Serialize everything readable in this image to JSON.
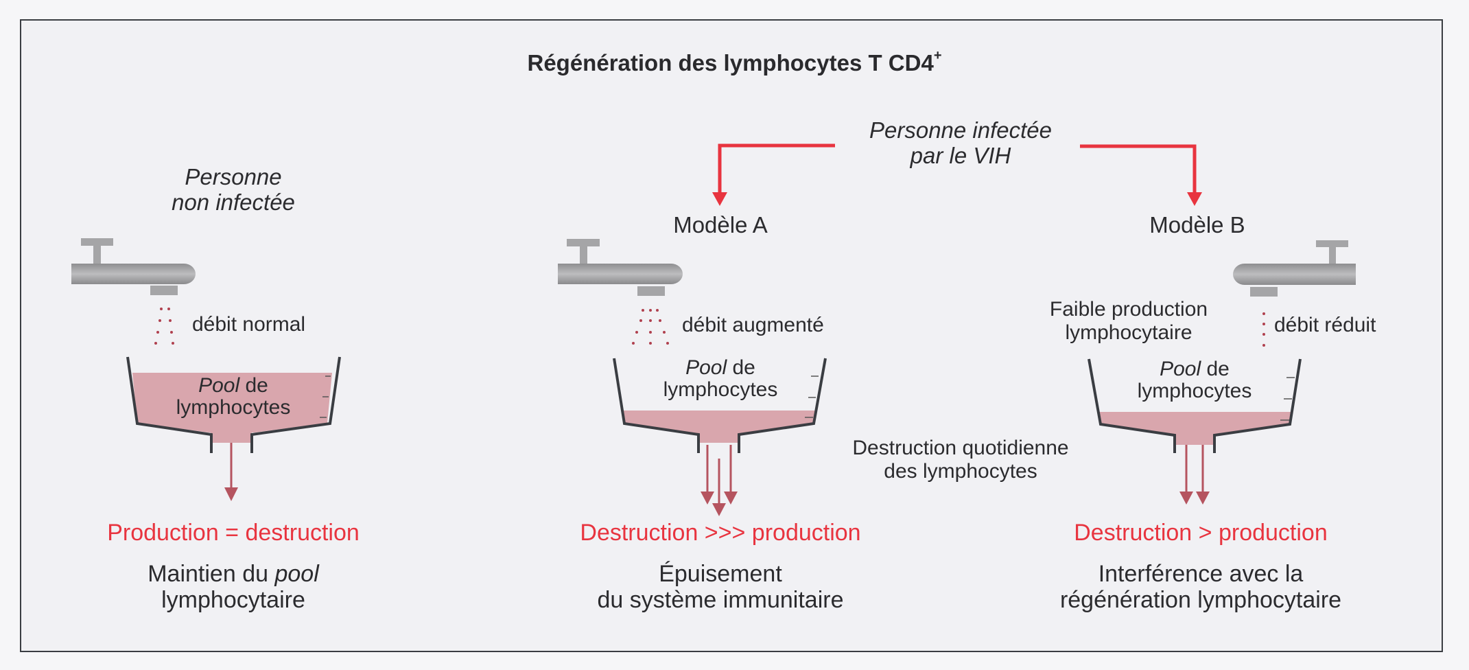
{
  "title": {
    "main": "Régénération des lymphocytes T CD4",
    "superscript": "+"
  },
  "colors": {
    "accent_red": "#e8343f",
    "pool_fill": "#d9a6ad",
    "outline": "#3a3d42",
    "tap_gray": "#9a9a9c",
    "drop_color": "#b0404e",
    "arrow_color": "#b5545f"
  },
  "infected_header": {
    "line1": "Personne infectée",
    "line2": "par le VIH"
  },
  "panels": [
    {
      "id": "uninfected",
      "header": {
        "line1": "Personne",
        "line2": "non infectée"
      },
      "flow_label": "débit normal",
      "pool_label": {
        "italic": "Pool",
        "rest": " de",
        "line2": "lymphocytes"
      },
      "pool_fill_level": 0.8,
      "balance": "Production = destruction",
      "outcome": {
        "part1": "Maintien du ",
        "italic": "pool",
        "line2": "lymphocytaire"
      }
    },
    {
      "id": "model-a",
      "header": {
        "line1": "Modèle A"
      },
      "flow_label": "débit augmenté",
      "pool_label": {
        "italic": "Pool",
        "rest": " de",
        "line2": "lymphocytes"
      },
      "pool_fill_level": 0.2,
      "side_label": {
        "line1": "Destruction quotidienne",
        "line2": "des lymphocytes"
      },
      "balance": "Destruction >>> production",
      "outcome": {
        "line1": "Épuisement",
        "line2": "du système immunitaire"
      }
    },
    {
      "id": "model-b",
      "header": {
        "line1": "Modèle B"
      },
      "flow_label": "débit réduit",
      "side_label": {
        "line1": "Faible production",
        "line2": "lymphocytaire"
      },
      "pool_label": {
        "italic": "Pool",
        "rest": " de",
        "line2": "lymphocytes"
      },
      "pool_fill_level": 0.18,
      "balance": "Destruction > production",
      "outcome": {
        "line1": "Interférence avec la",
        "line2": "régénération lymphocytaire"
      }
    }
  ]
}
